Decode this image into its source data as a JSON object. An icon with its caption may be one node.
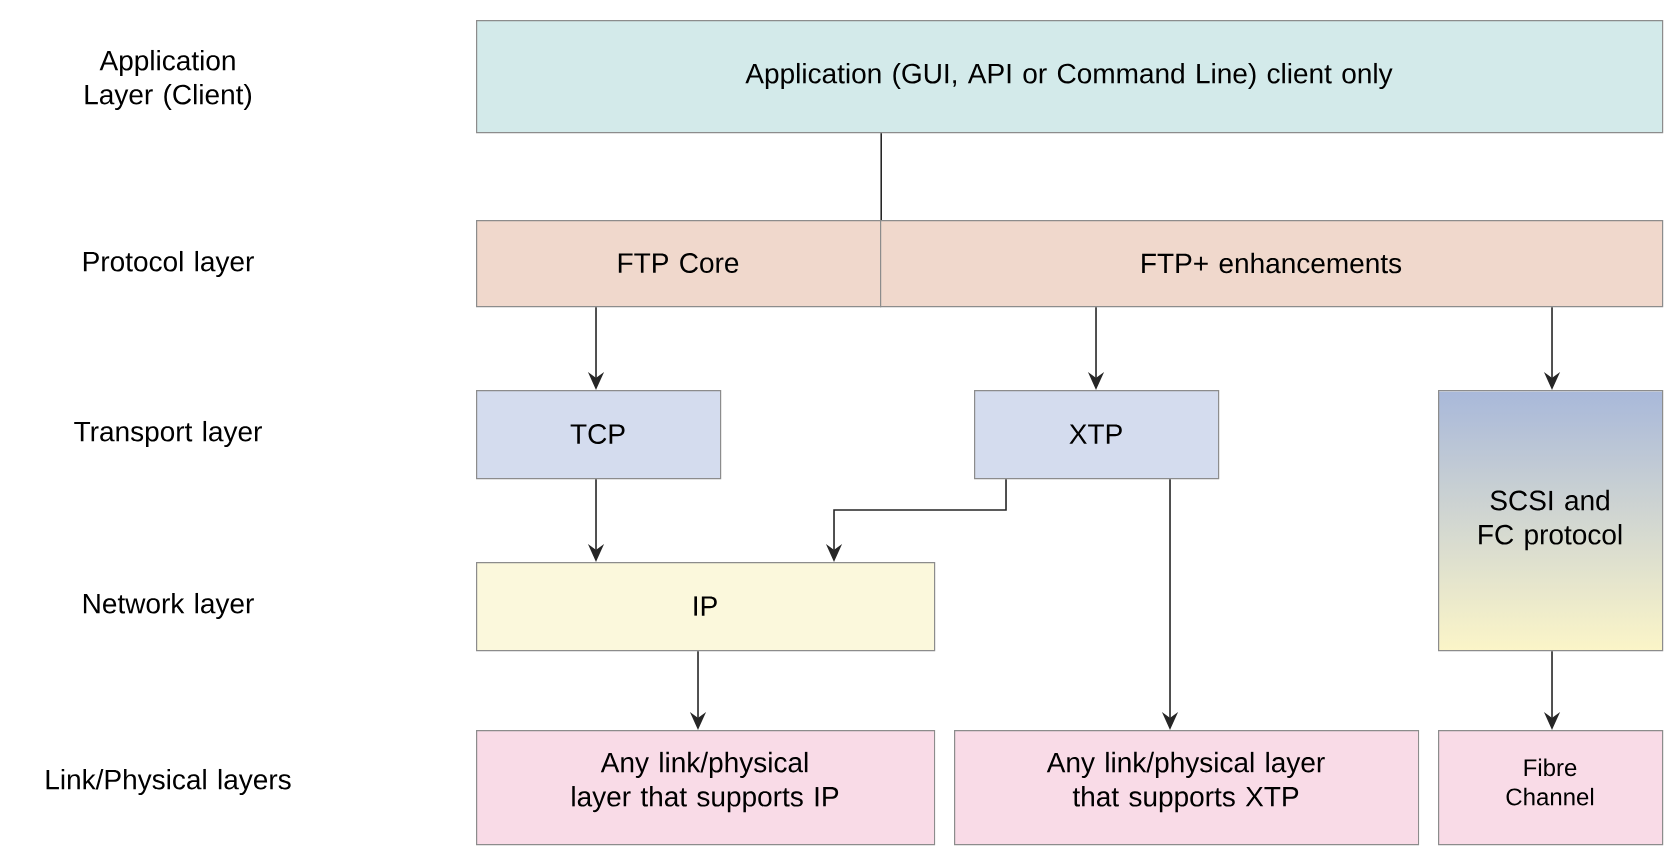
{
  "diagram": {
    "nodes": [
      {
        "text": [
          "Application (GUI, API or Command Line) client only"
        ]
      },
      {
        "text": [
          "FTP Core"
        ]
      },
      {
        "text": [
          "FTP+ enhancements"
        ]
      },
      {
        "text": [
          "TCP"
        ]
      },
      {
        "text": [
          "XTP"
        ]
      },
      {
        "text": [
          "SCSI and FC protocol"
        ]
      },
      {
        "text": [
          "IP"
        ]
      },
      {
        "text": [
          "Any link/physical layer that supports IP"
        ]
      },
      {
        "text": [
          "Any link/physical layer that supports XTP"
        ]
      },
      {
        "text": [
          "Fibre Channel"
        ]
      }
    ],
    "edges": [
      {
        "from": 0,
        "to": 1,
        "arrow": "none"
      },
      {
        "from": 1,
        "to": 3,
        "arrow": "to"
      },
      {
        "from": 2,
        "to": 4,
        "arrow": "to"
      },
      {
        "from": 2,
        "to": 5,
        "arrow": "to"
      },
      {
        "from": 3,
        "to": 6,
        "arrow": "to"
      },
      {
        "from": 4,
        "to": 6,
        "arrow": "to"
      },
      {
        "from": 4,
        "to": 8,
        "arrow": "to"
      },
      {
        "from": 6,
        "to": 7,
        "arrow": "to"
      },
      {
        "from": 5,
        "to": 9,
        "arrow": "to"
      }
    ],
    "labels": [
      "Application Layer (Client)",
      "Protocol layer",
      "Transport layer",
      "Network layer",
      "Link/Physical layers"
    ]
  }
}
